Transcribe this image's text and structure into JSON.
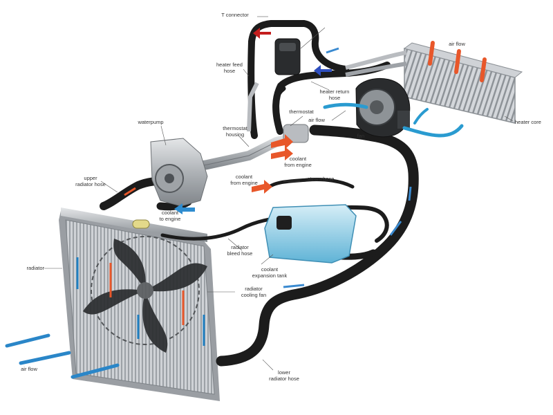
{
  "labels": {
    "t_connector": "T connector",
    "heater_feed_hose": "heater feed\nhose",
    "heater_return_hose": "heater return\nhose",
    "thermostat": "thermostat",
    "air_flow_fan": "air flow",
    "air_flow_top": "air flow",
    "heater_core": "heater core",
    "fan": "fan",
    "waterpump": "waterpump",
    "thermostat_housing": "thermostat\nhousing",
    "coolant_from_engine_1": "coolant\nfrom engine",
    "coolant_from_engine_2": "coolant\nfrom engine",
    "steam_hose": "steam hose",
    "upper_radiator_hose": "upper\nradiator hose",
    "coolant_to_engine": "coolant\nto engine",
    "radiator_bleed_hose": "radiator\nbleed hose",
    "radiator": "radiator",
    "coolant_expansion_tank": "coolant\nexpansion tank",
    "radiator_cooling_fan": "radiator\ncooling fan",
    "lower_radiator_hose": "lower\nradiator hose",
    "air_flow_bottom": "air flow"
  },
  "colors": {
    "hose": "#1c1c1c",
    "metal": "#b9bcc0",
    "hot": "#e8572a",
    "cold": "#1f7fc0",
    "tank": "#8fd0ea",
    "label": "#333333"
  }
}
